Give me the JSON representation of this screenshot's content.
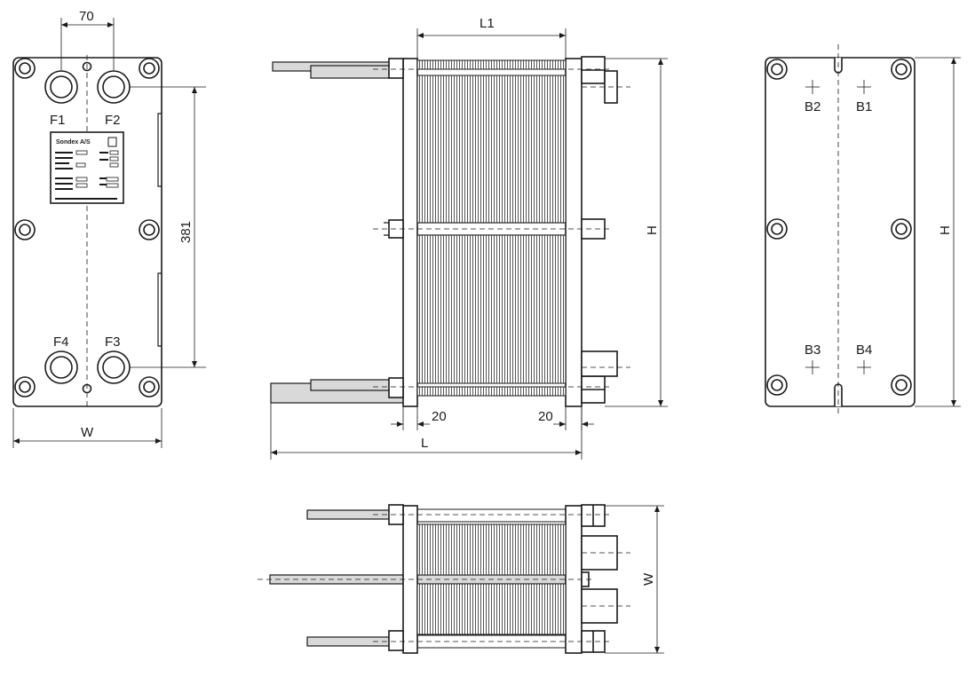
{
  "labels": {
    "dim_70": "70",
    "dim_381": "381",
    "dim_w_front": "W",
    "dim_w_top": "W",
    "dim_l1": "L1",
    "dim_l": "L",
    "dim_20_left": "20",
    "dim_20_right": "20",
    "dim_h_side": "H",
    "dim_h_back": "H"
  },
  "ports_front": [
    "F1",
    "F2",
    "F3",
    "F4"
  ],
  "ports_back": [
    "B1",
    "B2",
    "B3",
    "B4"
  ],
  "nameplate": {
    "brand": "Sondex A/S"
  },
  "colors": {
    "line": "#1a1a1a",
    "fill": "#ffffff",
    "grey": "#d9d9d9"
  }
}
